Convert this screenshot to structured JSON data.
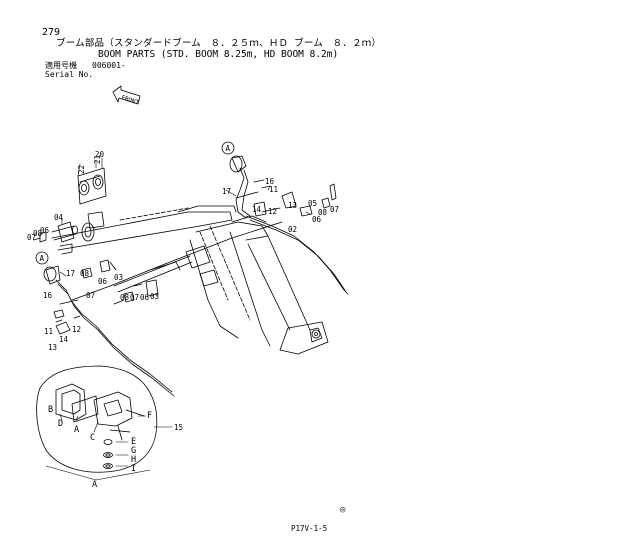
{
  "page": {
    "number": "279",
    "title_jp": "ブーム部品（スタンダードブーム　８．２５ｍ、ＨＤ ブーム　８．２ｍ）",
    "title_en": "BOOM PARTS (STD. BOOM 8.25m, HD BOOM 8.2m)",
    "applicable_label_jp": "適用号機",
    "serial_from": "006001-",
    "serial_label": "Serial No.",
    "front_label": "FRONT",
    "page_code": "P17V-1-5",
    "circled_symbol": "◎"
  },
  "callouts": {
    "A": "A",
    "B": "B",
    "C": "C",
    "D": "D",
    "E": "E",
    "F": "F",
    "G": "G",
    "H": "H",
    "I": "I",
    "n02": "02",
    "n03": "03",
    "n04": "04",
    "n05": "05",
    "n06": "06",
    "n07": "07",
    "n08": "08",
    "n11": "11",
    "n12": "12",
    "n13": "13",
    "n14": "14",
    "n15": "15",
    "n16": "16",
    "n17": "17",
    "n20": "20",
    "n21": "21",
    "n22": "22"
  }
}
